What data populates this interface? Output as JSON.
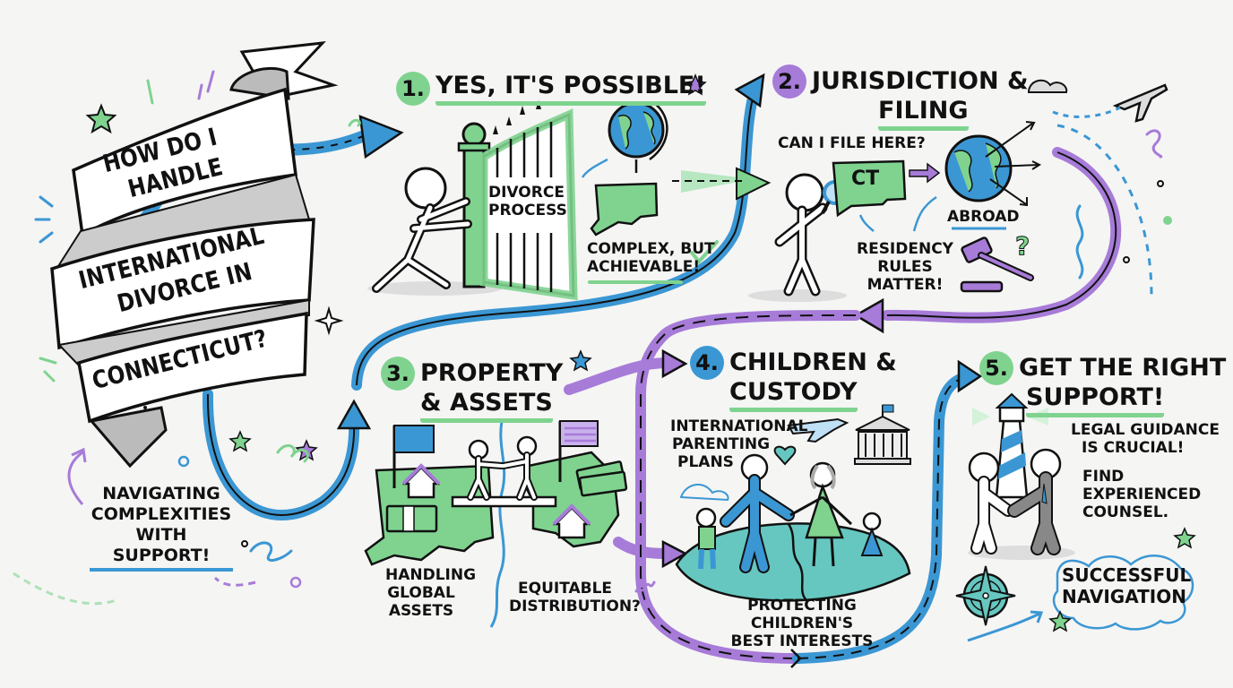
{
  "title": {
    "ribbon_lines": [
      "How do I",
      "handle",
      "International",
      "divorce in",
      "Connecticut?"
    ],
    "subtitle_lines": [
      "Navigating",
      "complexities",
      "with support!"
    ]
  },
  "colors": {
    "green": "#7fd38f",
    "purple": "#a77bd8",
    "blue": "#3b97d3",
    "ink": "#111111",
    "background": "#f5f5f4",
    "gray": "#cfcfcf"
  },
  "steps": [
    {
      "number": "1.",
      "badge_color": "#7fd38f",
      "title_lines": [
        "Yes, it's possible!"
      ],
      "labels": {
        "gate": [
          "Divorce",
          "Process"
        ],
        "note": [
          "Complex, but",
          "achievable!"
        ]
      },
      "icons": [
        "stick-figure-pushing",
        "gate-icon",
        "globe-icon",
        "connecticut-map-icon",
        "checkmark-icon"
      ]
    },
    {
      "number": "2.",
      "badge_color": "#a77bd8",
      "title_lines": [
        "Jurisdiction &",
        "Filing"
      ],
      "labels": {
        "question": "Can I file here?",
        "map": "CT",
        "abroad": "Abroad",
        "note": [
          "Residency",
          "rules matter!"
        ]
      },
      "icons": [
        "magnifier-icon",
        "connecticut-map-icon",
        "globe-icon",
        "gavel-icon",
        "question-mark-icon",
        "cloud-icon",
        "airplane-icon"
      ]
    },
    {
      "number": "3.",
      "badge_color": "#7fd38f",
      "title_lines": [
        "Property",
        "& Assets"
      ],
      "labels": {
        "left": [
          "Handling",
          "global",
          "assets"
        ],
        "right": [
          "Equitable",
          "distribution?"
        ]
      },
      "icons": [
        "ct-flag-icon",
        "us-flag-icon",
        "house-icon",
        "money-stack-icon",
        "two-people-icon"
      ]
    },
    {
      "number": "4.",
      "badge_color": "#3b97d3",
      "title_lines": [
        "Children &",
        "Custody"
      ],
      "labels": {
        "plans": [
          "International",
          "parenting",
          "plans"
        ],
        "note": [
          "Protecting children's",
          "best interests"
        ]
      },
      "icons": [
        "airplane-icon",
        "courthouse-icon",
        "family-icon",
        "heart-icon",
        "globe-icon"
      ]
    },
    {
      "number": "5.",
      "badge_color": "#7fd38f",
      "title_lines": [
        "Get the right",
        "support!"
      ],
      "labels": {
        "guidance": [
          "Legal guidance",
          "is crucial!"
        ],
        "counsel": [
          "Find",
          "experienced",
          "counsel."
        ],
        "success": [
          "Successful",
          "navigation"
        ]
      },
      "icons": [
        "lighthouse-icon",
        "handshake-icon",
        "compass-icon",
        "star-icon"
      ]
    }
  ]
}
